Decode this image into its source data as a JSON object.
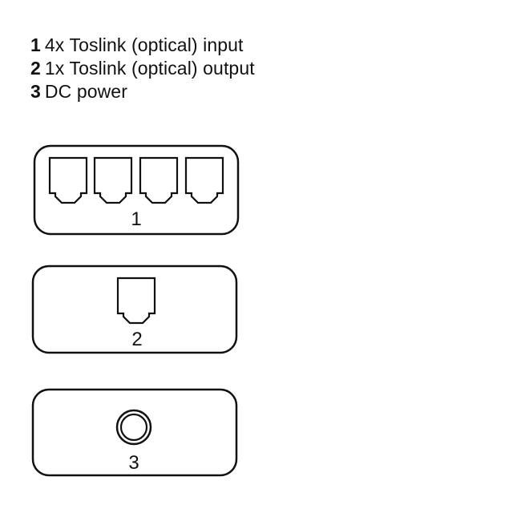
{
  "legend": {
    "items": [
      {
        "number": "1",
        "text": "4x Toslink (optical) input"
      },
      {
        "number": "2",
        "text": "1x Toslink (optical) output"
      },
      {
        "number": "3",
        "text": "DC power"
      }
    ]
  },
  "panels": [
    {
      "label": "1",
      "description": "4x Toslink optical input ports",
      "port_count": 4,
      "port_type": "toslink-port-icon"
    },
    {
      "label": "2",
      "description": "1x Toslink optical output port",
      "port_count": 1,
      "port_type": "toslink-port-icon"
    },
    {
      "label": "3",
      "description": "DC power jack",
      "port_count": 1,
      "port_type": "dc-jack-icon"
    }
  ],
  "colors": {
    "stroke": "#111111",
    "background": "#ffffff"
  }
}
